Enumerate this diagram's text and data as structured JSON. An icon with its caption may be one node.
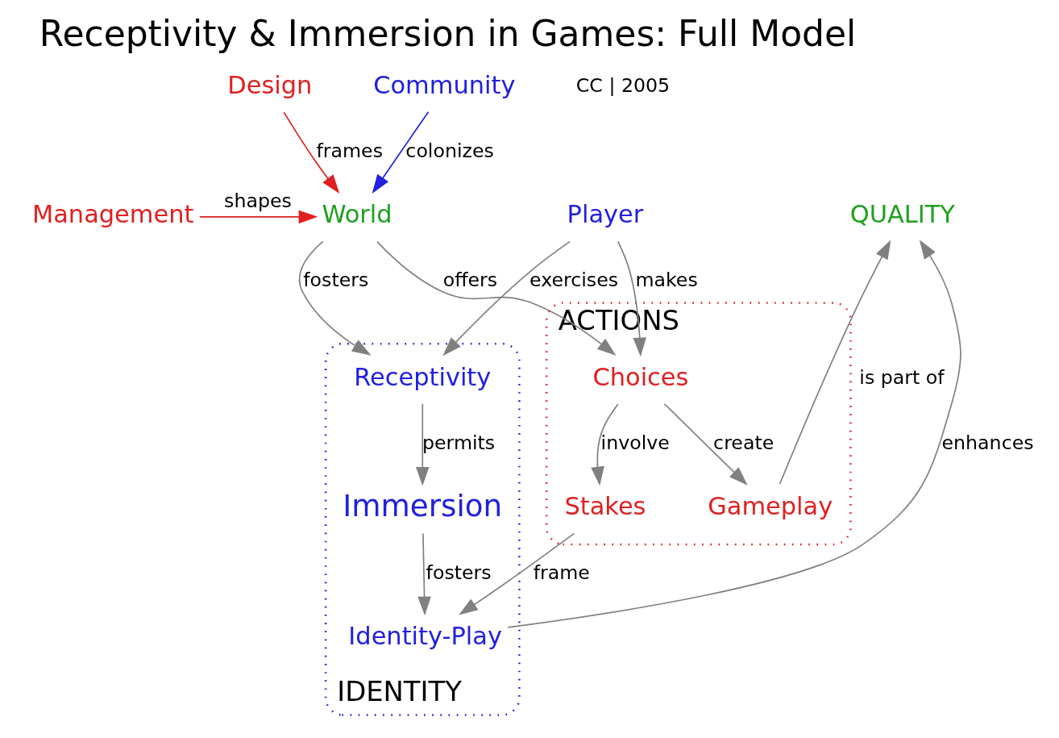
{
  "diagram": {
    "title": "Receptivity & Immersion in Games: Full Model",
    "nodes": [
      {
        "text": [
          "ACTIONS"
        ]
      },
      {
        "text": [
          "Choices"
        ],
        "in": 0
      },
      {
        "text": [
          "Gameplay"
        ],
        "in": 0
      },
      {
        "text": [
          "Stakes"
        ],
        "in": 0
      },
      {
        "text": [
          "IDENTITY"
        ]
      },
      {
        "text": [
          "Identity-Play"
        ],
        "in": 4
      },
      {
        "text": [
          "Immersion"
        ],
        "in": 4
      },
      {
        "text": [
          "Receptivity"
        ],
        "in": 4
      },
      {
        "text": [
          "Design"
        ]
      },
      {
        "text": [
          "Management"
        ]
      },
      {
        "text": [
          "Community"
        ]
      },
      {
        "text": [
          "World"
        ]
      },
      {
        "text": [
          "QUALITY"
        ]
      },
      {
        "text": [
          "Player"
        ]
      }
    ],
    "edges": [
      {
        "from": 11,
        "to": 1,
        "arrow": "to",
        "label": "offers"
      },
      {
        "from": 13,
        "to": 1,
        "arrow": "to",
        "label": "makes"
      },
      {
        "from": 1,
        "to": 2,
        "arrow": "to",
        "label": "create"
      },
      {
        "from": 1,
        "to": 3,
        "arrow": "to",
        "label": "involve"
      },
      {
        "from": 2,
        "to": 12,
        "arrow": "to",
        "label": "is part of"
      },
      {
        "from": 3,
        "to": 5,
        "arrow": "to",
        "label": "frame"
      },
      {
        "from": 8,
        "to": 11,
        "arrow": "to",
        "label": "frames",
        "color": "#e02020"
      },
      {
        "from": 9,
        "to": 11,
        "arrow": "to",
        "label": "shapes",
        "color": "#e02020"
      },
      {
        "from": 10,
        "to": 11,
        "arrow": "to",
        "label": "colonizes",
        "color": "#2020e0"
      },
      {
        "from": 5,
        "to": 12,
        "arrow": "to",
        "label": "enhances"
      },
      {
        "from": 6,
        "to": 5,
        "arrow": "to",
        "label": "fosters"
      },
      {
        "from": 7,
        "to": 6,
        "arrow": "to",
        "label": "permits"
      },
      {
        "from": 11,
        "to": 7,
        "arrow": "to",
        "label": "fosters"
      },
      {
        "from": 13,
        "to": 7,
        "arrow": "to",
        "label": "exercises"
      }
    ],
    "labels": [
      "CC | 2005"
    ]
  }
}
